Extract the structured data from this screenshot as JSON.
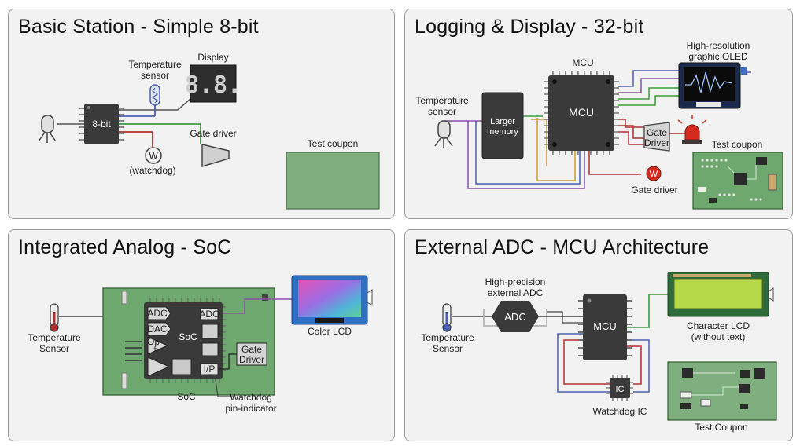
{
  "panels": {
    "basic": {
      "title": "Basic Station - Simple 8-bit",
      "labels": {
        "temperature_sensor": [
          "Temperature",
          "sensor"
        ],
        "display": "Display",
        "display_digits": "8.8.",
        "mcu": "8-bit",
        "gate_driver": "Gate driver",
        "watchdog_symbol": "W",
        "watchdog": "(watchdog)",
        "test_coupon": "Test coupon"
      }
    },
    "logging": {
      "title": "Logging & Display - 32-bit",
      "labels": {
        "temperature_sensor": [
          "Temperature",
          "sensor"
        ],
        "memory": [
          "Larger",
          "memory"
        ],
        "mcu_top": "MCU",
        "mcu_chip": "MCU",
        "oled": [
          "High-resolution",
          "graphic OLED"
        ],
        "gate_driver_box": [
          "Gate",
          "Driver"
        ],
        "watchdog_symbol": "W",
        "gate_driver": "Gate driver",
        "test_coupon": "Test coupon"
      }
    },
    "integrated": {
      "title": "Integrated Analog - SoC",
      "labels": {
        "temperature_sensor": [
          "Temperature",
          "Sensor"
        ],
        "adc": "ADC",
        "dac": "DAC",
        "opamp": [
          "Op-",
          "+"
        ],
        "soc_chip": "SoC",
        "adc_right": "ADC",
        "gate_driver": [
          "Gate",
          "Driver"
        ],
        "pin_indicator": "I/P",
        "color_lcd": "Color LCD",
        "soc": "SoC",
        "watchdog": [
          "Watchdog",
          "pin-indicator"
        ]
      }
    },
    "external": {
      "title": "External ADC - MCU Architecture",
      "labels": {
        "temperature_sensor": [
          "Temperature",
          "Sensor"
        ],
        "adc_caption": [
          "High-precision",
          "external ADC"
        ],
        "adc": "ADC",
        "mcu": "MCU",
        "watchdog_chip": "IC",
        "watchdog": "Watchdog IC",
        "character_lcd": [
          "Character LCD",
          "(without text)"
        ],
        "test_coupon": "Test Coupon"
      }
    }
  },
  "colors": {
    "panel_bg": "#f2f2f2",
    "chip": "#3a3a3a",
    "pcb_green": "#6fa86f",
    "coupon_green": "#7fae7f",
    "wire_green": "#3f9a3f",
    "wire_red": "#b03030",
    "wire_blue": "#4a5fb0",
    "wire_purple": "#8a4fa8",
    "wire_orange": "#d09a40",
    "lcd_green": "#b6d94a",
    "alarm_red": "#d42b1e"
  }
}
